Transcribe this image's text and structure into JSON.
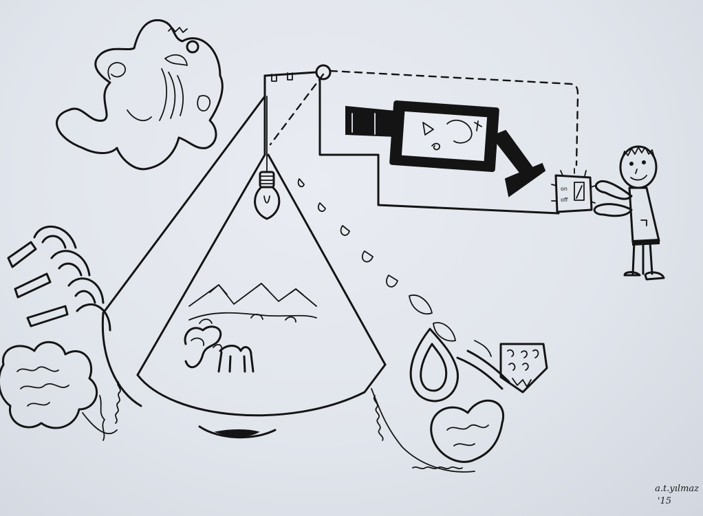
{
  "signature": {
    "name": "a.t.yılmaz",
    "year": "'15"
  },
  "switch_labels": {
    "on": "on",
    "off": "off"
  },
  "colors": {
    "paper": "#e3e7ee",
    "ink": "#141414"
  }
}
